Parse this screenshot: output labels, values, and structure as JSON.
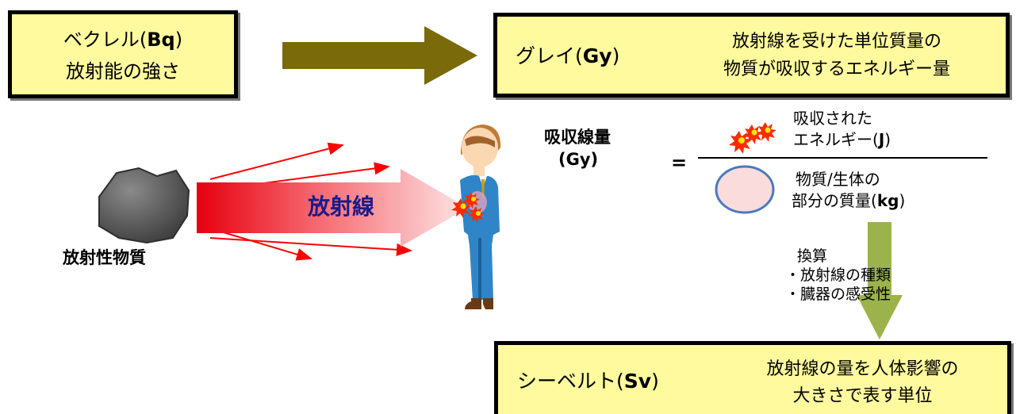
{
  "becquerel": {
    "line1_text": "ベクレル(",
    "line1_unit": "Bq",
    "line1_close": ")",
    "line2": "放射能の強さ"
  },
  "gray": {
    "name_text": "グレイ(",
    "name_unit": "Gy",
    "name_close": ")",
    "desc_line1": "放射線を受けた単位質量の",
    "desc_line2": "物質が吸収するエネルギー量"
  },
  "sievert": {
    "name_text": "シーベルト(",
    "name_unit": "Sv",
    "name_close": ")",
    "desc_line1": "放射線の量を人体影響の",
    "desc_line2": "大きさで表す単位"
  },
  "source_label": "放射性物質",
  "beam_label": "放射線",
  "formula": {
    "lhs_line1": "吸収線量",
    "lhs_line2": "(Gy)",
    "equals": "=",
    "numerator_line1": "吸収された",
    "numerator_line2_text": "エネルギー(",
    "numerator_line2_unit": "J",
    "numerator_line2_close": ")",
    "denominator_line1": "物質/生体の",
    "denominator_line2_text": "部分の質量(",
    "denominator_line2_unit": "kg",
    "denominator_line2_close": ")"
  },
  "conversion": {
    "title": "換算",
    "items": [
      "・放射線の種類",
      "・臓器の感受性"
    ]
  },
  "colors": {
    "box_fill": "#fffa9e",
    "big_arrow": "#7a6a0a",
    "ray": "#ff0000",
    "beam_start": "#e6000e",
    "beam_end": "#fde3e3",
    "beam_text": "#1a1a8c",
    "down_arrow": "#9bb34a",
    "ellipse_fill": "#fbdcdc",
    "ellipse_stroke": "#4a7ac0",
    "rock": "#555555",
    "person_suit": "#2f85c8"
  }
}
